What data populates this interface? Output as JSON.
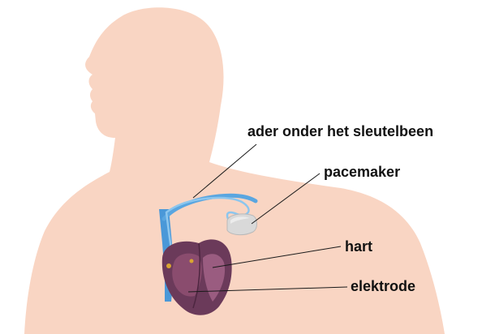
{
  "labels": {
    "vein": "ader onder het sleutelbeen",
    "pacemaker": "pacemaker",
    "heart": "hart",
    "electrode": "elektrode"
  },
  "colors": {
    "skin": "#f9d5c3",
    "vein_blue": "#4a98d8",
    "lead_blue": "#6fb3e6",
    "heart_outer": "#6b3a5a",
    "heart_inner": "#8a4c6e",
    "pacemaker_body": "#d9d9d9",
    "leader_line": "#1a1a1a"
  }
}
